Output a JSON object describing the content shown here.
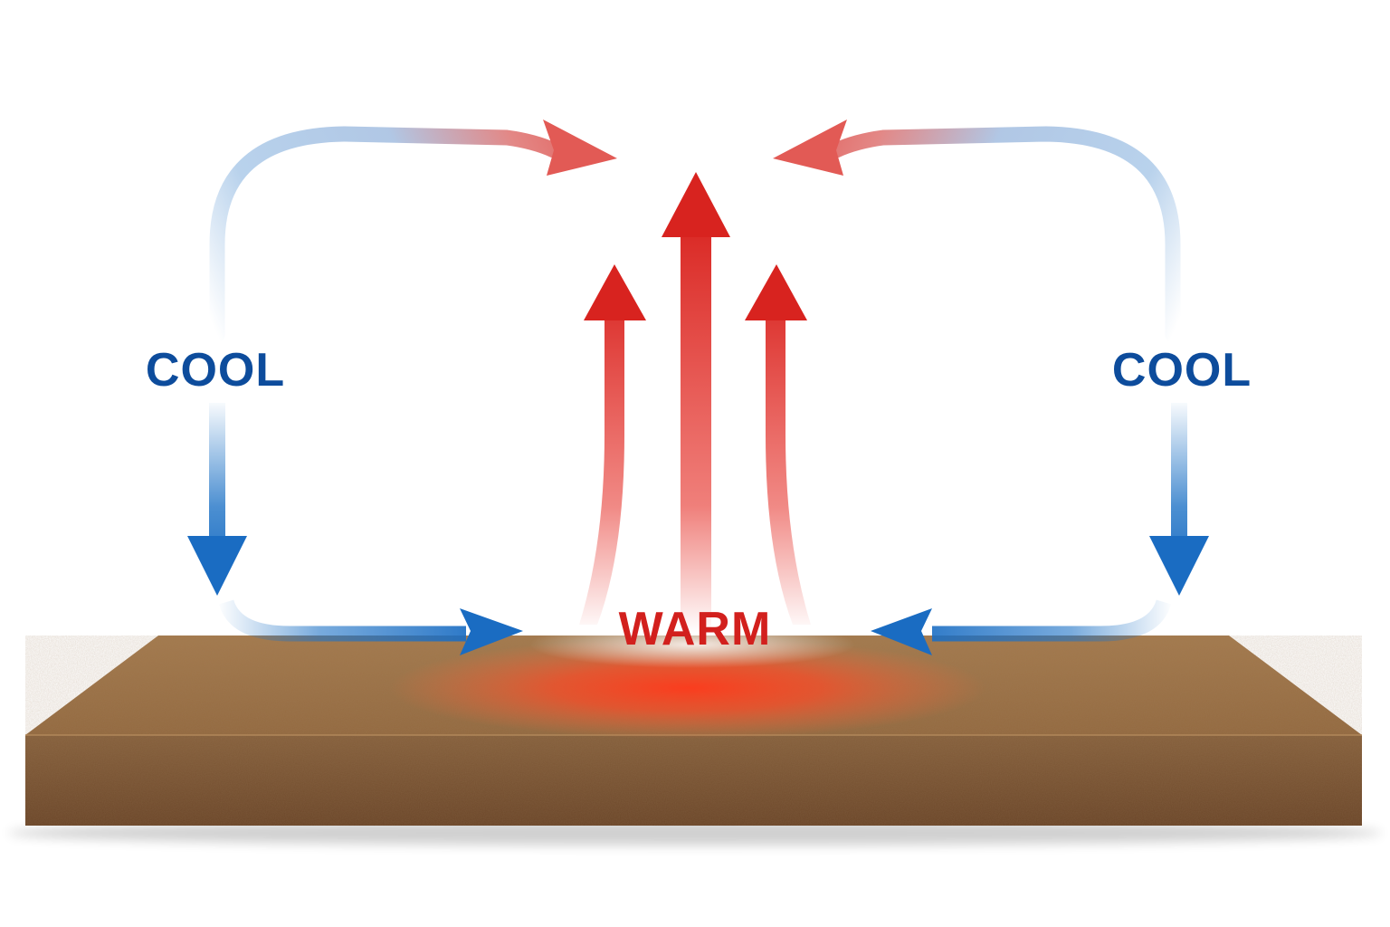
{
  "labels": {
    "cool_left": "COOL",
    "cool_right": "COOL",
    "warm": "WARM"
  },
  "colors": {
    "cool": "#1f73c6",
    "cool_text": "#0d4c9c",
    "warm": "#d8231f",
    "warm_text": "#d2201d",
    "ground_top": "#9e7448",
    "ground_side": "#7a5233",
    "heat_glow": "#ff3d1f"
  }
}
